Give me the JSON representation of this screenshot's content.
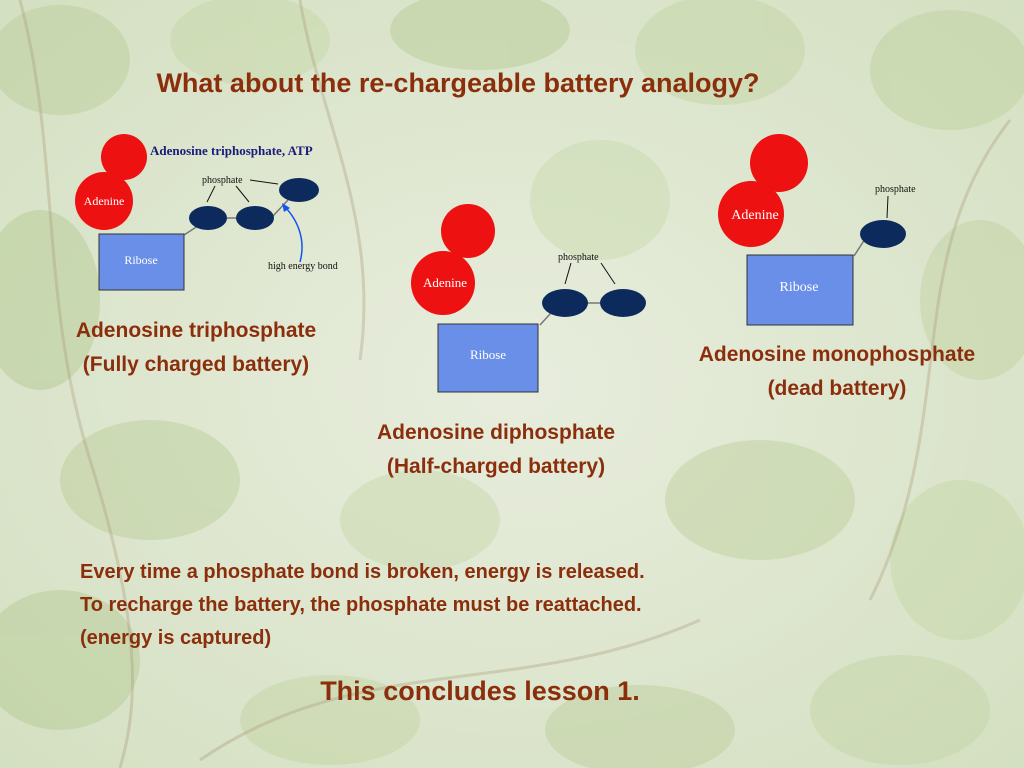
{
  "slide": {
    "title": "What about the re-chargeable battery analogy?",
    "conclusion": "This concludes lesson 1.",
    "body_lines": [
      "Every time a phosphate bond is broken, energy is released.",
      "To recharge the battery, the phosphate must be reattached.",
      "(energy is captured)"
    ]
  },
  "atp": {
    "diagram_title": "Adenosine triphosphate, ATP",
    "adenine_label": "Adenine",
    "ribose_label": "Ribose",
    "phosphate_label": "phosphate",
    "bond_label": "high energy bond",
    "caption_line1": "Adenosine triphosphate",
    "caption_line2": "(Fully charged battery)"
  },
  "adp": {
    "adenine_label": "Adenine",
    "ribose_label": "Ribose",
    "phosphate_label": "phosphate",
    "caption_line1": "Adenosine diphosphate",
    "caption_line2": "(Half-charged battery)"
  },
  "amp": {
    "adenine_label": "Adenine",
    "ribose_label": "Ribose",
    "phosphate_label": "phosphate",
    "caption_line1": "Adenosine monophosphate",
    "caption_line2": "(dead battery)"
  },
  "colors": {
    "title_text": "#8b2e0c",
    "adenine": "#ee1111",
    "ribose": "#6a8fe8",
    "phosphate": "#0d2a5c",
    "atp_title": "#1a1a7a",
    "arrow": "#1155ee"
  }
}
